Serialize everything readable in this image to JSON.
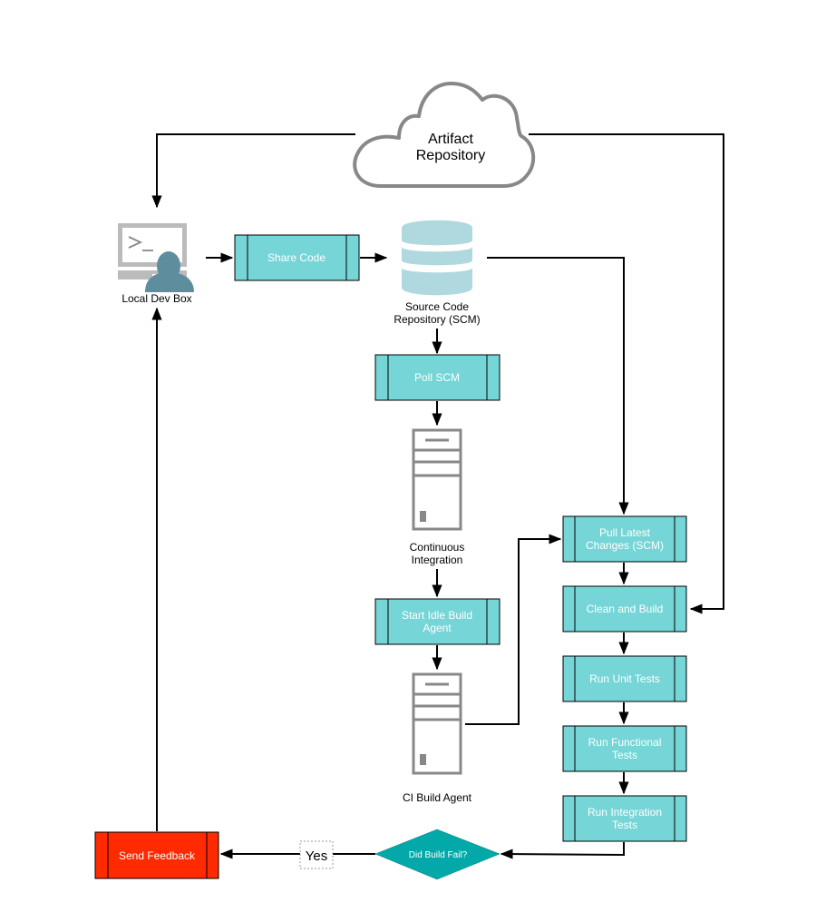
{
  "diagram": {
    "colors": {
      "process_fill": "#76d5d6",
      "feedback_fill": "#ff2a00",
      "decision_fill": "#03a9a9",
      "icon_gray": "#888888",
      "db_fill": "#b0d8df",
      "user_fill": "#5e8e9d",
      "edge": "#000000"
    },
    "nodes": {
      "artifact_repo": {
        "line1": "Artifact",
        "line2": "Repository"
      },
      "local_dev_box": {
        "label": "Local Dev Box"
      },
      "share_code": {
        "label": "Share Code"
      },
      "scm": {
        "line1": "Source Code",
        "line2": "Repository (SCM)"
      },
      "poll_scm": {
        "label": "Poll SCM"
      },
      "ci": {
        "line1": "Continuous",
        "line2": "Integration"
      },
      "start_agent": {
        "line1": "Start Idle Build",
        "line2": "Agent"
      },
      "ci_agent": {
        "label": "CI Build Agent"
      },
      "pull_latest": {
        "line1": "Pull Latest",
        "line2": "Changes (SCM)"
      },
      "clean_build": {
        "label": "Clean and Build"
      },
      "unit_tests": {
        "label": "Run Unit Tests"
      },
      "functional_tests": {
        "line1": "Run Functional",
        "line2": "Tests"
      },
      "integration_tests": {
        "line1": "Run Integration",
        "line2": "Tests"
      },
      "decision": {
        "label": "Did Build Fail?"
      },
      "edge_yes": {
        "label": "Yes"
      },
      "send_feedback": {
        "label": "Send Feedback"
      }
    },
    "edges": [
      {
        "from": "artifact_repo",
        "to": "local_dev_box"
      },
      {
        "from": "artifact_repo",
        "to": "clean_build"
      },
      {
        "from": "local_dev_box",
        "to": "share_code"
      },
      {
        "from": "share_code",
        "to": "scm"
      },
      {
        "from": "scm",
        "to": "poll_scm"
      },
      {
        "from": "scm",
        "to": "pull_latest"
      },
      {
        "from": "poll_scm",
        "to": "ci"
      },
      {
        "from": "ci",
        "to": "start_agent"
      },
      {
        "from": "start_agent",
        "to": "ci_agent"
      },
      {
        "from": "ci_agent",
        "to": "pull_latest"
      },
      {
        "from": "pull_latest",
        "to": "clean_build"
      },
      {
        "from": "clean_build",
        "to": "unit_tests"
      },
      {
        "from": "unit_tests",
        "to": "functional_tests"
      },
      {
        "from": "functional_tests",
        "to": "integration_tests"
      },
      {
        "from": "integration_tests",
        "to": "decision"
      },
      {
        "from": "decision",
        "to": "send_feedback",
        "label": "Yes"
      },
      {
        "from": "send_feedback",
        "to": "local_dev_box"
      }
    ]
  }
}
